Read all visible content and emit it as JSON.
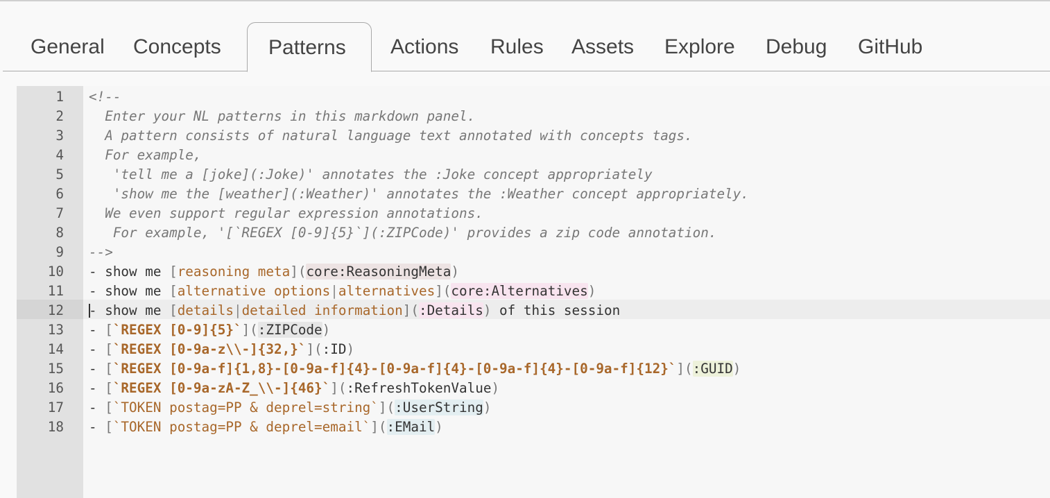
{
  "tabs": [
    {
      "label": "General",
      "active": false
    },
    {
      "label": "Concepts",
      "active": false
    },
    {
      "label": "Patterns",
      "active": true
    },
    {
      "label": "Actions",
      "active": false
    },
    {
      "label": "Rules",
      "active": false
    },
    {
      "label": "Assets",
      "active": false
    },
    {
      "label": "Explore",
      "active": false
    },
    {
      "label": "Debug",
      "active": false
    },
    {
      "label": "GitHub",
      "active": false
    }
  ],
  "editor": {
    "active_line": 12,
    "lines": [
      {
        "n": "1",
        "tokens": [
          {
            "t": "<!--",
            "s": "comment"
          }
        ]
      },
      {
        "n": "2",
        "tokens": [
          {
            "t": "  Enter your NL patterns in this markdown panel.",
            "s": "comment"
          }
        ]
      },
      {
        "n": "3",
        "tokens": [
          {
            "t": "  A pattern consists of natural language text annotated with concepts tags.",
            "s": "comment"
          }
        ]
      },
      {
        "n": "4",
        "tokens": [
          {
            "t": "  For example,",
            "s": "comment"
          }
        ]
      },
      {
        "n": "5",
        "tokens": [
          {
            "t": "   'tell me a [joke](:Joke)' annotates the :Joke concept appropriately",
            "s": "comment"
          }
        ]
      },
      {
        "n": "6",
        "tokens": [
          {
            "t": "   'show me the [weather](:Weather)' annotates the :Weather concept appropriately.",
            "s": "comment"
          }
        ]
      },
      {
        "n": "7",
        "tokens": [
          {
            "t": "  We even support regular expression annotations.",
            "s": "comment"
          }
        ]
      },
      {
        "n": "8",
        "tokens": [
          {
            "t": "   For example, '[`REGEX [0-9]{5}`](:ZIPCode)' provides a zip code annotation.",
            "s": "comment"
          }
        ]
      },
      {
        "n": "9",
        "tokens": [
          {
            "t": "-->",
            "s": "comment"
          }
        ]
      },
      {
        "n": "10",
        "tokens": [
          {
            "t": "- show me ",
            "s": "plain"
          },
          {
            "t": "[",
            "s": "bracket"
          },
          {
            "t": "reasoning meta",
            "s": "text"
          },
          {
            "t": "]",
            "s": "bracket"
          },
          {
            "t": "(",
            "s": "bracket"
          },
          {
            "t": "core:ReasoningMeta",
            "s": "concept",
            "hl": "brown"
          },
          {
            "t": ")",
            "s": "bracket"
          }
        ]
      },
      {
        "n": "11",
        "tokens": [
          {
            "t": "- show me ",
            "s": "plain"
          },
          {
            "t": "[",
            "s": "bracket"
          },
          {
            "t": "alternative options",
            "s": "text"
          },
          {
            "t": "|",
            "s": "sep"
          },
          {
            "t": "alternatives",
            "s": "text"
          },
          {
            "t": "]",
            "s": "bracket"
          },
          {
            "t": "(",
            "s": "bracket"
          },
          {
            "t": "core:Alternatives",
            "s": "concept",
            "hl": "pink"
          },
          {
            "t": ")",
            "s": "bracket"
          }
        ]
      },
      {
        "n": "12",
        "tokens": [
          {
            "t": "- show me ",
            "s": "plain"
          },
          {
            "t": "[",
            "s": "bracket"
          },
          {
            "t": "details",
            "s": "text"
          },
          {
            "t": "|",
            "s": "sep"
          },
          {
            "t": "detailed information",
            "s": "text"
          },
          {
            "t": "]",
            "s": "bracket"
          },
          {
            "t": "(",
            "s": "bracket"
          },
          {
            "t": ":Details",
            "s": "concept",
            "hl": "pink"
          },
          {
            "t": ")",
            "s": "bracket"
          },
          {
            "t": " of this session",
            "s": "plain"
          }
        ]
      },
      {
        "n": "13",
        "tokens": [
          {
            "t": "- ",
            "s": "plain"
          },
          {
            "t": "[",
            "s": "bracket"
          },
          {
            "t": "`REGEX [0-9]{5}`",
            "s": "bold"
          },
          {
            "t": "]",
            "s": "bracket"
          },
          {
            "t": "(",
            "s": "bracket"
          },
          {
            "t": ":ZIPCode",
            "s": "concept",
            "hl": "gray"
          },
          {
            "t": ")",
            "s": "bracket"
          }
        ]
      },
      {
        "n": "14",
        "tokens": [
          {
            "t": "- ",
            "s": "plain"
          },
          {
            "t": "[",
            "s": "bracket"
          },
          {
            "t": "`REGEX [0-9a-z\\\\-]{32,}`",
            "s": "bold"
          },
          {
            "t": "]",
            "s": "bracket"
          },
          {
            "t": "(",
            "s": "bracket"
          },
          {
            "t": ":ID",
            "s": "concept",
            "hl": "none"
          },
          {
            "t": ")",
            "s": "bracket"
          }
        ]
      },
      {
        "n": "15",
        "tokens": [
          {
            "t": "- ",
            "s": "plain"
          },
          {
            "t": "[",
            "s": "bracket"
          },
          {
            "t": "`REGEX [0-9a-f]{1,8}-[0-9a-f]{4}-[0-9a-f]{4}-[0-9a-f]{4}-[0-9a-f]{12}`",
            "s": "bold"
          },
          {
            "t": "]",
            "s": "bracket"
          },
          {
            "t": "(",
            "s": "bracket"
          },
          {
            "t": ":GUID",
            "s": "concept",
            "hl": "green"
          },
          {
            "t": ")",
            "s": "bracket"
          }
        ]
      },
      {
        "n": "16",
        "tokens": [
          {
            "t": "- ",
            "s": "plain"
          },
          {
            "t": "[",
            "s": "bracket"
          },
          {
            "t": "`REGEX [0-9a-zA-Z_\\\\-]{46}`",
            "s": "bold"
          },
          {
            "t": "]",
            "s": "bracket"
          },
          {
            "t": "(",
            "s": "bracket"
          },
          {
            "t": ":RefreshTokenValue",
            "s": "concept",
            "hl": "none"
          },
          {
            "t": ")",
            "s": "bracket"
          }
        ]
      },
      {
        "n": "17",
        "tokens": [
          {
            "t": "- ",
            "s": "plain"
          },
          {
            "t": "[",
            "s": "bracket"
          },
          {
            "t": "`TOKEN postag=PP & deprel=string`",
            "s": "text"
          },
          {
            "t": "]",
            "s": "bracket"
          },
          {
            "t": "(",
            "s": "bracket"
          },
          {
            "t": ":UserString",
            "s": "concept",
            "hl": "teal"
          },
          {
            "t": ")",
            "s": "bracket"
          }
        ]
      },
      {
        "n": "18",
        "tokens": [
          {
            "t": "- ",
            "s": "plain"
          },
          {
            "t": "[",
            "s": "bracket"
          },
          {
            "t": "`TOKEN postag=PP & deprel=email`",
            "s": "text"
          },
          {
            "t": "]",
            "s": "bracket"
          },
          {
            "t": "(",
            "s": "bracket"
          },
          {
            "t": ":EMail",
            "s": "concept",
            "hl": "teal"
          },
          {
            "t": ")",
            "s": "bracket"
          }
        ]
      }
    ]
  }
}
